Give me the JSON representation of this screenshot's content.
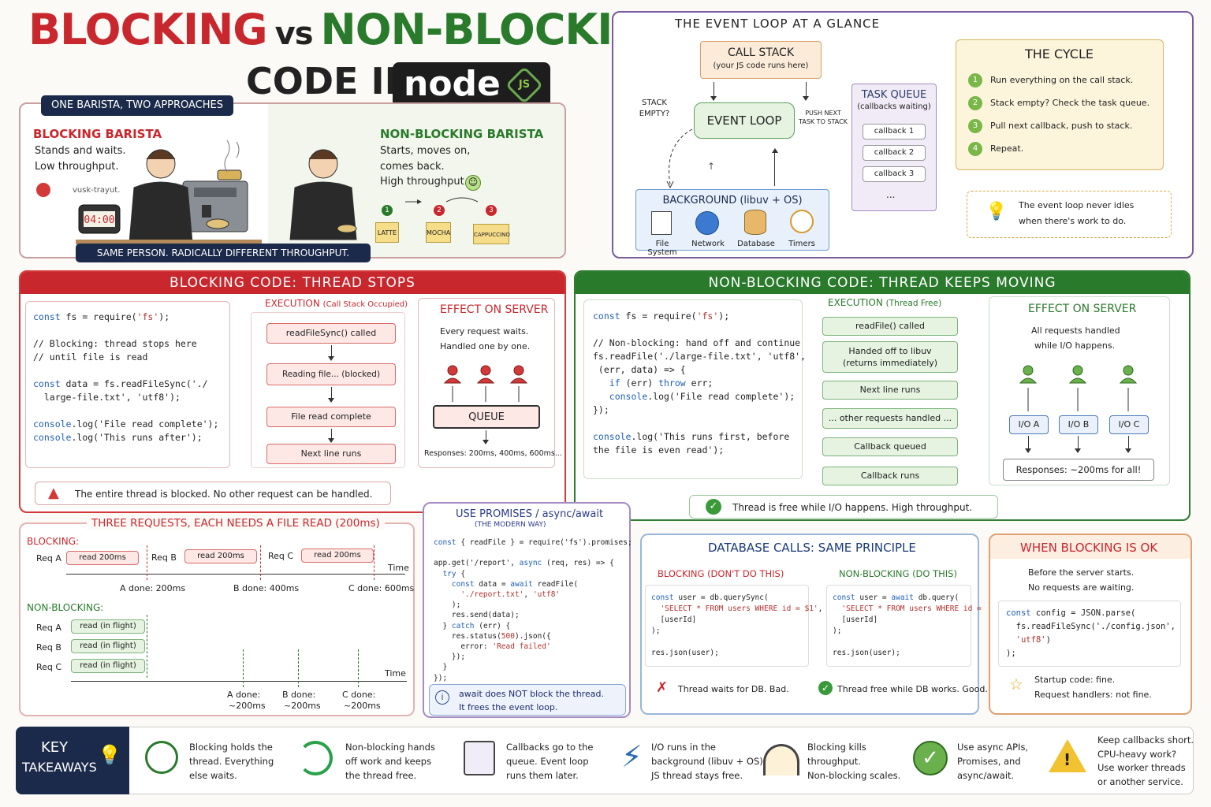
{
  "header": {
    "title_blocking": "BLOCKING",
    "title_vs": "vs",
    "title_nonblocking": "NON-BLOCKING",
    "subtitle": "CODE IN",
    "logo_text": "node",
    "logo_js": "JS"
  },
  "barista": {
    "tag": "ONE BARISTA, TWO APPROACHES",
    "blocking_title": "BLOCKING BARISTA",
    "blocking_line1": "Stands and waits.",
    "blocking_line2": "Low throughput.",
    "blocking_scribble": "vusk-trayut.",
    "timer": "04:00",
    "nonblocking_title": "NON-BLOCKING BARISTA",
    "nonblocking_line1": "Starts, moves on,",
    "nonblocking_line2": "comes back.",
    "nonblocking_line3": "High throughput.",
    "orders": [
      {
        "num": "1",
        "label": "LATTE"
      },
      {
        "num": "2",
        "label": "MOCHA"
      },
      {
        "num": "3",
        "label": "CAPPUCCINO"
      }
    ],
    "footer": "SAME PERSON. RADICALLY DIFFERENT THROUGHPUT."
  },
  "event_loop": {
    "title": "THE EVENT LOOP AT A GLANCE",
    "call_stack": "CALL STACK",
    "call_stack_sub": "(your JS code runs here)",
    "loop": "EVENT LOOP",
    "stack_empty": "STACK EMPTY?",
    "push_label": "PUSH NEXT TASK TO STACK",
    "task_queue": "TASK QUEUE",
    "task_queue_sub": "(callbacks waiting)",
    "callbacks": [
      "callback 1",
      "callback 2",
      "callback 3",
      "..."
    ],
    "background": "BACKGROUND (libuv + OS)",
    "bg_items": [
      "File System",
      "Network",
      "Database",
      "Timers"
    ],
    "cycle_title": "THE CYCLE",
    "cycle": [
      {
        "num": "1",
        "text": "Run everything on the call stack."
      },
      {
        "num": "2",
        "text": "Stack empty? Check the task queue."
      },
      {
        "num": "3",
        "text": "Pull next callback, push to stack."
      },
      {
        "num": "4",
        "text": "Repeat."
      }
    ],
    "idle_note_1": "The event loop never idles",
    "idle_note_2": "when there's work to do."
  },
  "blocking": {
    "header": "BLOCKING CODE: THREAD STOPS",
    "exec_title": "EXECUTION",
    "exec_sub": "(Call Stack Occupied)",
    "steps": [
      "readFileSync() called",
      "Reading file... (blocked)",
      "File read complete",
      "Next line runs"
    ],
    "effect_title": "EFFECT ON SERVER",
    "effect_line1": "Every request waits.",
    "effect_line2": "Handled one by one.",
    "queue": "QUEUE",
    "responses": "Responses: 200ms, 400ms, 600ms...",
    "warning": "The entire thread is blocked. No other request can be handled."
  },
  "nonblocking": {
    "header": "NON-BLOCKING CODE: THREAD KEEPS MOVING",
    "exec_title": "EXECUTION",
    "exec_sub": "(Thread Free)",
    "steps": [
      "readFile() called",
      "Handed off to libuv",
      "(returns immediately)",
      "Next line runs",
      "... other requests handled ...",
      "Callback queued",
      "Callback runs"
    ],
    "effect_title": "EFFECT ON SERVER",
    "effect_line1": "All requests handled",
    "effect_line2": "while I/O happens.",
    "io": [
      "I/O A",
      "I/O B",
      "I/O C"
    ],
    "responses": "Responses: ~200ms for all!",
    "success": "Thread is free while I/O happens. High throughput."
  },
  "timeline": {
    "title": "THREE REQUESTS, EACH NEEDS A FILE READ (200ms)",
    "blocking_label": "BLOCKING:",
    "nonblocking_label": "NON-BLOCKING:",
    "reqs": [
      "Req A",
      "Req B",
      "Req C"
    ],
    "read_label": "read 200ms",
    "inflight_label": "read (in flight)",
    "time": "Time",
    "blocking_done": [
      "A done: 200ms",
      "B done: 400ms",
      "C done: 600ms"
    ],
    "nb_done": [
      "A done:",
      "B done:",
      "C done:"
    ],
    "nb_done_val": "~200ms"
  },
  "promises": {
    "title": "USE PROMISES / async/await",
    "subtitle": "(THE MODERN WAY)",
    "note_1": "await does NOT block the thread.",
    "note_2": "It frees the event loop."
  },
  "database": {
    "title": "DATABASE CALLS: SAME PRINCIPLE",
    "blocking_title": "BLOCKING (DON'T DO THIS)",
    "nonblocking_title": "NON-BLOCKING (DO THIS)",
    "bad": "Thread waits for DB. Bad.",
    "good": "Thread free while DB works. Good."
  },
  "when_ok": {
    "title": "WHEN BLOCKING IS OK",
    "line1": "Before the server starts.",
    "line2": "No requests are waiting.",
    "foot1": "Startup code: fine.",
    "foot2": "Request handlers: not fine."
  },
  "takeaways": {
    "title_1": "KEY",
    "title_2": "TAKEAWAYS",
    "items": [
      {
        "icon": "stopwatch-icon",
        "l1": "Blocking holds the",
        "l2": "thread. Everything",
        "l3": "else waits."
      },
      {
        "icon": "refresh-icon",
        "l1": "Non-blocking hands",
        "l2": "off work and keeps",
        "l3": "the thread free."
      },
      {
        "icon": "checklist-icon",
        "l1": "Callbacks go to the",
        "l2": "queue. Event loop",
        "l3": "runs them later."
      },
      {
        "icon": "lightning-icon",
        "l1": "I/O runs in the",
        "l2": "background (libuv + OS).",
        "l3": "JS thread stays free."
      },
      {
        "icon": "gauge-icon",
        "l1": "Blocking kills",
        "l2": "throughput.",
        "l3": "Non-blocking scales."
      },
      {
        "icon": "check-circle-icon",
        "l1": "Use async APIs,",
        "l2": "Promises, and",
        "l3": "async/await."
      },
      {
        "icon": "warning-icon",
        "l1": "Keep callbacks short.",
        "l2": "CPU-heavy work?",
        "l3": "Use worker threads",
        "l4": "or another service."
      }
    ]
  },
  "colors": {
    "red": "#c8272d",
    "green": "#2a7a2c",
    "navy": "#1b2a4a",
    "blue": "#2a6bb4"
  }
}
